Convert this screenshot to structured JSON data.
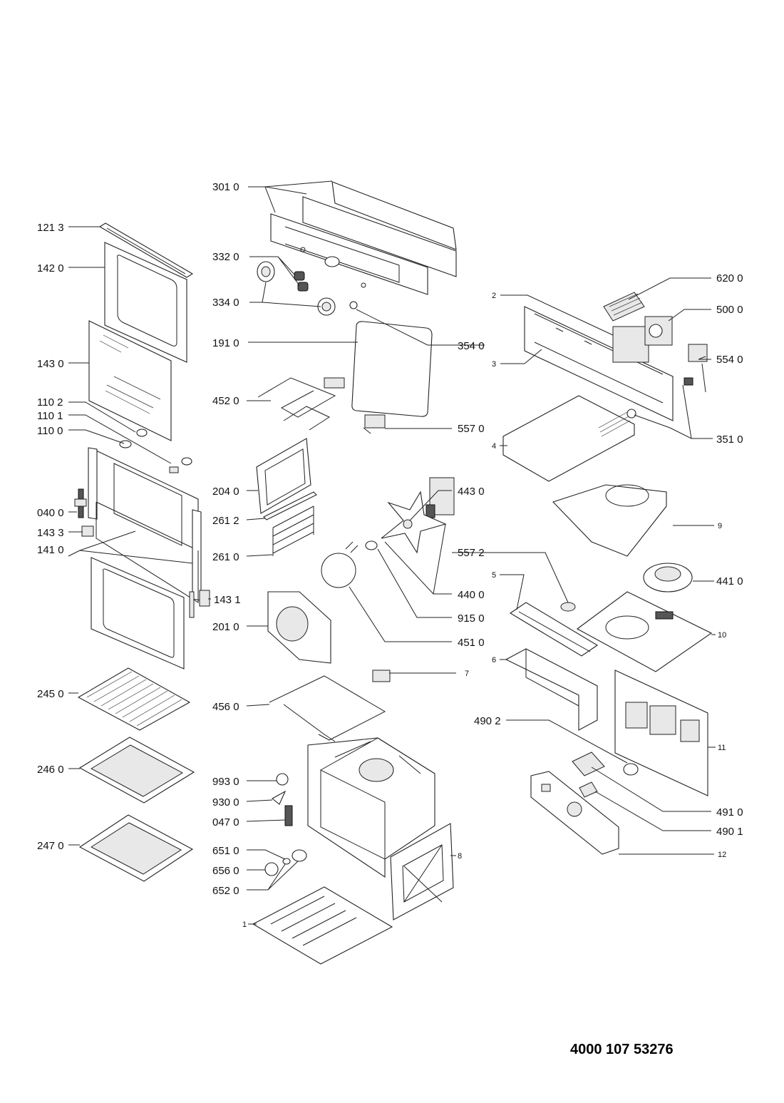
{
  "document_number": "4000 107 53276",
  "callouts": {
    "c3010": "301 0",
    "c1213": "121 3",
    "c3320": "332 0",
    "c1420": "142 0",
    "c3340": "334 0",
    "c6200": "620 0",
    "c5000": "500 0",
    "c1910": "191 0",
    "c3540": "354 0",
    "c5540": "554 0",
    "c1430": "143 0",
    "c4520": "452 0",
    "c1102": "110 2",
    "c1101": "110 1",
    "c5570": "557 0",
    "c1100": "110 0",
    "c3510": "351 0",
    "c2040": "204 0",
    "c4430": "443 0",
    "c0400": "040 0",
    "c2612": "261 2",
    "c1433": "143 3",
    "c1410": "141 0",
    "c2610": "261 0",
    "c5572": "557 2",
    "c4410": "441 0",
    "c4400": "440 0",
    "c1431": "143 1",
    "c9150": "915 0",
    "c2010": "201 0",
    "c4510": "451 0",
    "c2450": "245 0",
    "c4560": "456 0",
    "c4902": "490 2",
    "c2460": "246 0",
    "c9930": "993 0",
    "c9300": "930 0",
    "c0470": "047 0",
    "c4910": "491 0",
    "c4901": "490 1",
    "c2470": "247 0",
    "c6510": "651 0",
    "c6560": "656 0",
    "c6520": "652 0",
    "n2": "2",
    "n3": "3",
    "n4": "4",
    "n9": "9",
    "n5": "5",
    "n10": "10",
    "n6": "6",
    "n7": "7",
    "n11": "11",
    "n8": "8",
    "n12": "12",
    "n1": "1"
  }
}
